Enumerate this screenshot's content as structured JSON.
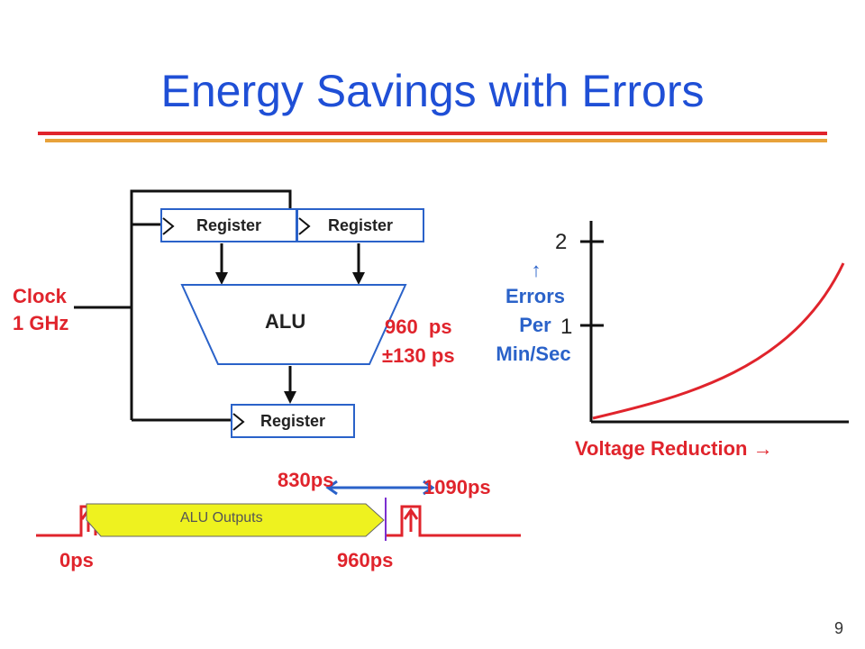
{
  "slide": {
    "title": "Energy Savings with Errors",
    "page_number": "9"
  },
  "circuit": {
    "register_top_left": "Register",
    "register_top_right": "Register",
    "register_bottom": "Register",
    "alu_label": "ALU",
    "clock_line1": "Clock",
    "clock_line2": "1 GHz",
    "delay_line1": "960  ps",
    "delay_line2": "±130 ps"
  },
  "timing": {
    "alu_outputs_label": "ALU Outputs",
    "t_start": "0ps",
    "t_clock": "960ps",
    "t_min": "830ps",
    "t_max": "1090ps"
  },
  "graph": {
    "tick_high": "2",
    "tick_low": "1",
    "ylabel_arrow": "↑",
    "ylabel_line1": "Errors",
    "ylabel_line2": "Per",
    "ylabel_line3": "Min/Sec",
    "xlabel": "Voltage Reduction →"
  },
  "colors": {
    "title_blue": "#1f4fd6",
    "accent_red": "#e0242c",
    "line_orange": "#e8a23a",
    "register_blue": "#2a62c9",
    "alu_output_fill": "#eef21f",
    "marker_purple": "#7b2fd0"
  }
}
